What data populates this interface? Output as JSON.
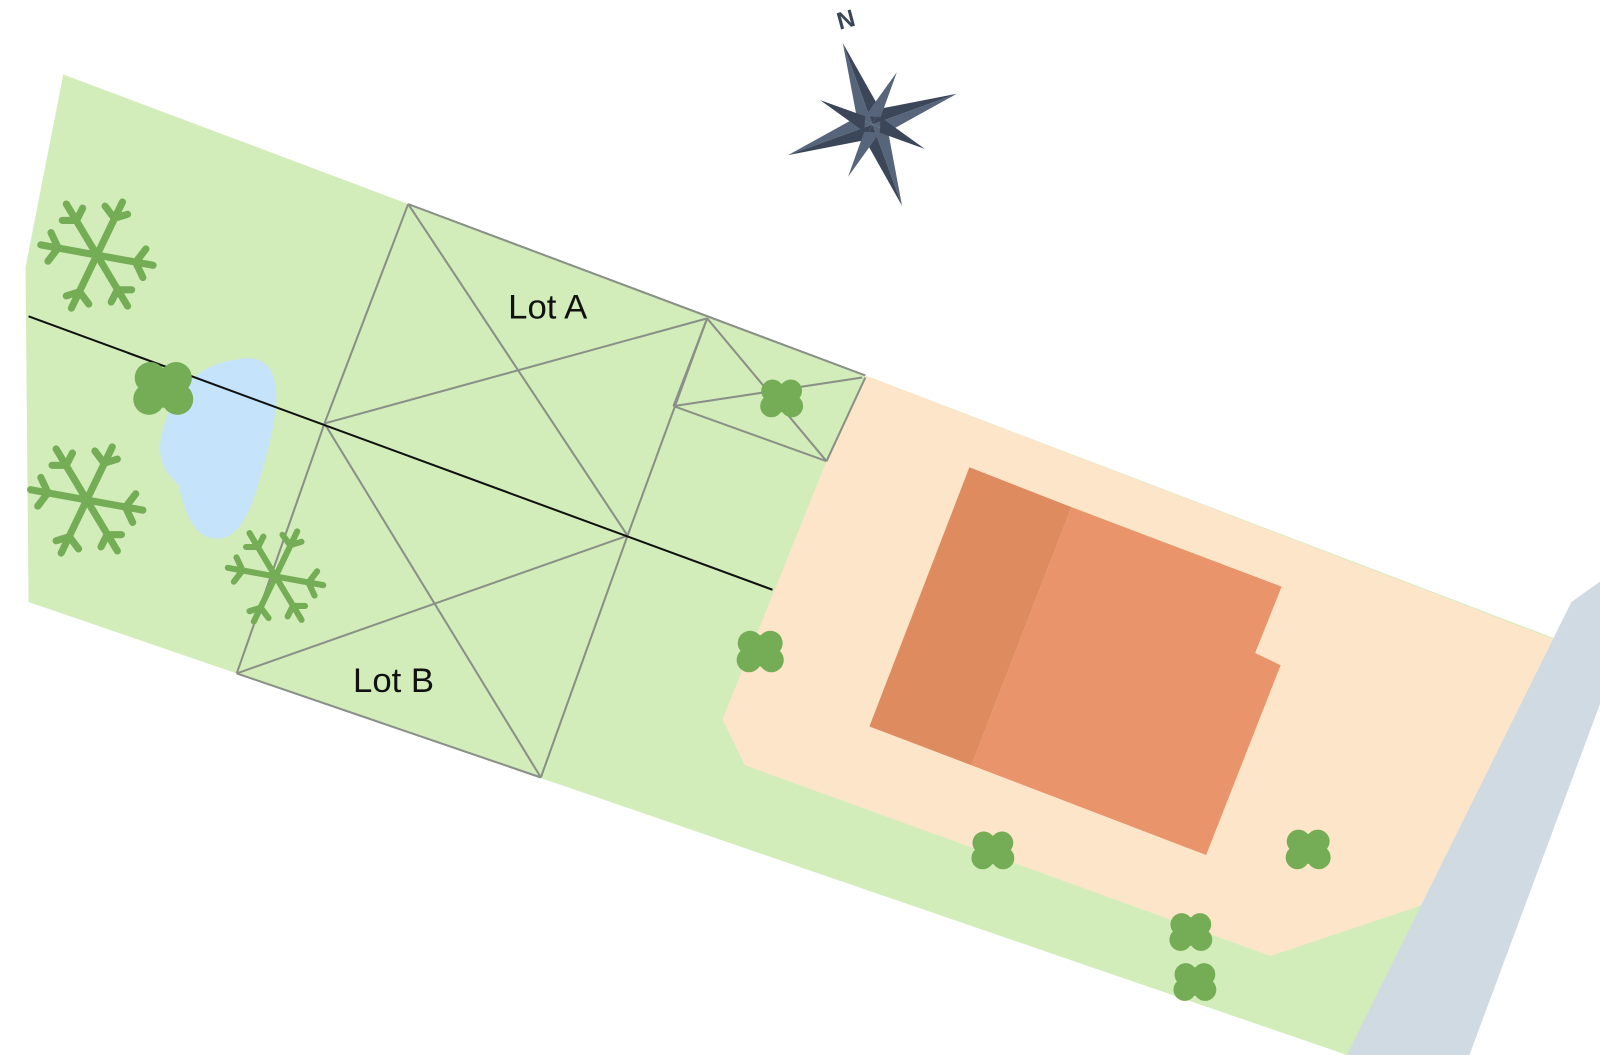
{
  "labels": {
    "lot_a": "Lot A",
    "lot_b": "Lot B",
    "north": "N"
  },
  "colors": {
    "lawn": "#d2edba",
    "yard": "#fde5c9",
    "road": "#cfdae3",
    "roof_dark": "#df8b60",
    "roof_light": "#e9946a",
    "pond": "#c5e3fb",
    "tree": "#74ad55",
    "compass": "#3b4659"
  }
}
